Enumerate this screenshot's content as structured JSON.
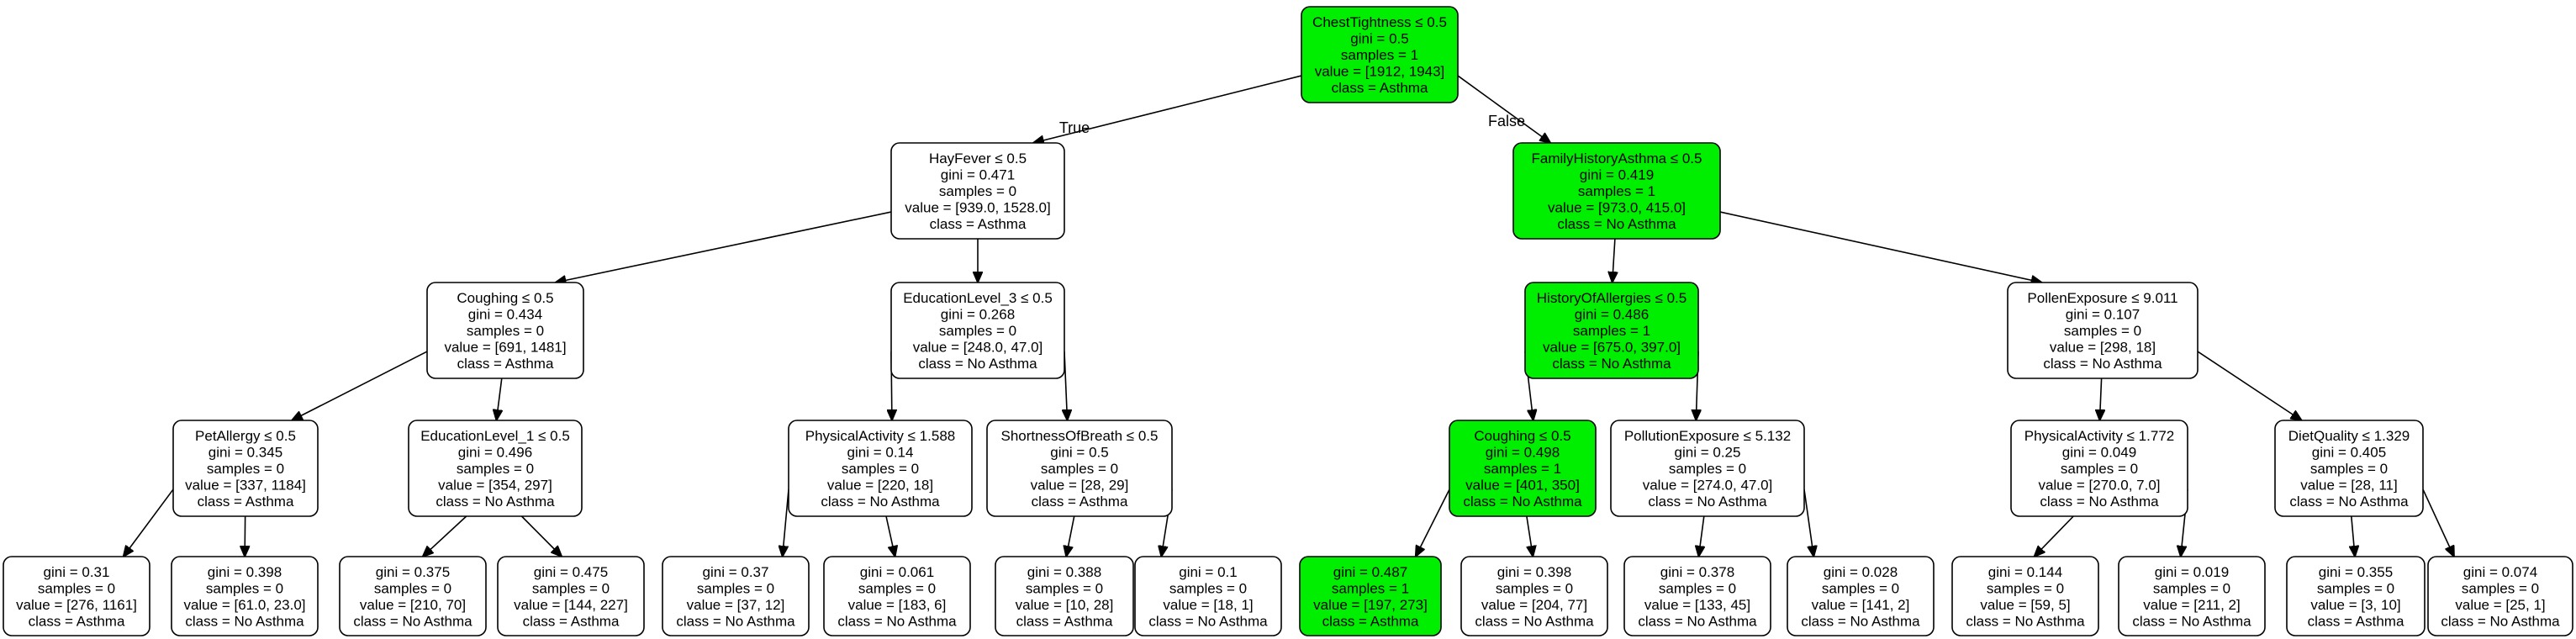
{
  "colors": {
    "highlight": "#00ee00",
    "normal": "#ffffff",
    "stroke": "#000000"
  },
  "edge_labels": {
    "true_label": "True",
    "false_label": "False"
  },
  "nodes": [
    {
      "id": "n0",
      "lines": [
        "ChestTightness ≤ 0.5",
        "gini = 0.5",
        "samples = 1",
        "value = [1912, 1943]",
        "class = Asthma"
      ],
      "highlight": true
    },
    {
      "id": "n1",
      "lines": [
        "HayFever ≤ 0.5",
        "gini = 0.471",
        "samples = 0",
        "value = [939.0, 1528.0]",
        "class = Asthma"
      ],
      "highlight": false
    },
    {
      "id": "n2",
      "lines": [
        "FamilyHistoryAsthma ≤ 0.5",
        "gini = 0.419",
        "samples = 1",
        "value = [973.0, 415.0]",
        "class = No Asthma"
      ],
      "highlight": true
    },
    {
      "id": "n3",
      "lines": [
        "Coughing ≤ 0.5",
        "gini = 0.434",
        "samples = 0",
        "value = [691, 1481]",
        "class = Asthma"
      ],
      "highlight": false
    },
    {
      "id": "n4",
      "lines": [
        "EducationLevel_3 ≤ 0.5",
        "gini = 0.268",
        "samples = 0",
        "value = [248.0, 47.0]",
        "class = No Asthma"
      ],
      "highlight": false
    },
    {
      "id": "n5",
      "lines": [
        "HistoryOfAllergies ≤ 0.5",
        "gini = 0.486",
        "samples = 1",
        "value = [675.0, 397.0]",
        "class = No Asthma"
      ],
      "highlight": true
    },
    {
      "id": "n6",
      "lines": [
        "PollenExposure ≤ 9.011",
        "gini = 0.107",
        "samples = 0",
        "value = [298, 18]",
        "class = No Asthma"
      ],
      "highlight": false
    },
    {
      "id": "n7",
      "lines": [
        "PetAllergy ≤ 0.5",
        "gini = 0.345",
        "samples = 0",
        "value = [337, 1184]",
        "class = Asthma"
      ],
      "highlight": false
    },
    {
      "id": "n8",
      "lines": [
        "EducationLevel_1 ≤ 0.5",
        "gini = 0.496",
        "samples = 0",
        "value = [354, 297]",
        "class = No Asthma"
      ],
      "highlight": false
    },
    {
      "id": "n9",
      "lines": [
        "PhysicalActivity ≤ 1.588",
        "gini = 0.14",
        "samples = 0",
        "value = [220, 18]",
        "class = No Asthma"
      ],
      "highlight": false
    },
    {
      "id": "n10",
      "lines": [
        "ShortnessOfBreath ≤ 0.5",
        "gini = 0.5",
        "samples = 0",
        "value = [28, 29]",
        "class = Asthma"
      ],
      "highlight": false
    },
    {
      "id": "n11",
      "lines": [
        "Coughing ≤ 0.5",
        "gini = 0.498",
        "samples = 1",
        "value = [401, 350]",
        "class = No Asthma"
      ],
      "highlight": true
    },
    {
      "id": "n12",
      "lines": [
        "PollutionExposure ≤ 5.132",
        "gini = 0.25",
        "samples = 0",
        "value = [274.0, 47.0]",
        "class = No Asthma"
      ],
      "highlight": false
    },
    {
      "id": "n13",
      "lines": [
        "PhysicalActivity ≤ 1.772",
        "gini = 0.049",
        "samples = 0",
        "value = [270.0, 7.0]",
        "class = No Asthma"
      ],
      "highlight": false
    },
    {
      "id": "n14",
      "lines": [
        "DietQuality ≤ 1.329",
        "gini = 0.405",
        "samples = 0",
        "value = [28, 11]",
        "class = No Asthma"
      ],
      "highlight": false
    },
    {
      "id": "l0",
      "lines": [
        "gini = 0.31",
        "samples = 0",
        "value = [276, 1161]",
        "class = Asthma"
      ],
      "highlight": false
    },
    {
      "id": "l1",
      "lines": [
        "gini = 0.398",
        "samples = 0",
        "value = [61.0, 23.0]",
        "class = No Asthma"
      ],
      "highlight": false
    },
    {
      "id": "l2",
      "lines": [
        "gini = 0.375",
        "samples = 0",
        "value = [210, 70]",
        "class = No Asthma"
      ],
      "highlight": false
    },
    {
      "id": "l3",
      "lines": [
        "gini = 0.475",
        "samples = 0",
        "value = [144, 227]",
        "class = Asthma"
      ],
      "highlight": false
    },
    {
      "id": "l4",
      "lines": [
        "gini = 0.37",
        "samples = 0",
        "value = [37, 12]",
        "class = No Asthma"
      ],
      "highlight": false
    },
    {
      "id": "l5",
      "lines": [
        "gini = 0.061",
        "samples = 0",
        "value = [183, 6]",
        "class = No Asthma"
      ],
      "highlight": false
    },
    {
      "id": "l6",
      "lines": [
        "gini = 0.388",
        "samples = 0",
        "value = [10, 28]",
        "class = Asthma"
      ],
      "highlight": false
    },
    {
      "id": "l7",
      "lines": [
        "gini = 0.1",
        "samples = 0",
        "value = [18, 1]",
        "class = No Asthma"
      ],
      "highlight": false
    },
    {
      "id": "l8",
      "lines": [
        "gini = 0.487",
        "samples = 1",
        "value = [197, 273]",
        "class = Asthma"
      ],
      "highlight": true
    },
    {
      "id": "l9",
      "lines": [
        "gini = 0.398",
        "samples = 0",
        "value = [204, 77]",
        "class = No Asthma"
      ],
      "highlight": false
    },
    {
      "id": "l10",
      "lines": [
        "gini = 0.378",
        "samples = 0",
        "value = [133, 45]",
        "class = No Asthma"
      ],
      "highlight": false
    },
    {
      "id": "l11",
      "lines": [
        "gini = 0.028",
        "samples = 0",
        "value = [141, 2]",
        "class = No Asthma"
      ],
      "highlight": false
    },
    {
      "id": "l12",
      "lines": [
        "gini = 0.144",
        "samples = 0",
        "value = [59, 5]",
        "class = No Asthma"
      ],
      "highlight": false
    },
    {
      "id": "l13",
      "lines": [
        "gini = 0.019",
        "samples = 0",
        "value = [211, 2]",
        "class = No Asthma"
      ],
      "highlight": false
    },
    {
      "id": "l14",
      "lines": [
        "gini = 0.355",
        "samples = 0",
        "value = [3, 10]",
        "class = Asthma"
      ],
      "highlight": false
    },
    {
      "id": "l15",
      "lines": [
        "gini = 0.074",
        "samples = 0",
        "value = [25, 1]",
        "class = No Asthma"
      ],
      "highlight": false
    }
  ],
  "edges": [
    {
      "from": "n0",
      "to": "n1",
      "label": "true_label"
    },
    {
      "from": "n0",
      "to": "n2",
      "label": "false_label"
    },
    {
      "from": "n1",
      "to": "n3"
    },
    {
      "from": "n1",
      "to": "n4"
    },
    {
      "from": "n2",
      "to": "n5"
    },
    {
      "from": "n2",
      "to": "n6"
    },
    {
      "from": "n3",
      "to": "n7"
    },
    {
      "from": "n3",
      "to": "n8"
    },
    {
      "from": "n4",
      "to": "n9"
    },
    {
      "from": "n4",
      "to": "n10"
    },
    {
      "from": "n5",
      "to": "n11"
    },
    {
      "from": "n5",
      "to": "n12"
    },
    {
      "from": "n6",
      "to": "n13"
    },
    {
      "from": "n6",
      "to": "n14"
    },
    {
      "from": "n7",
      "to": "l0"
    },
    {
      "from": "n7",
      "to": "l1"
    },
    {
      "from": "n8",
      "to": "l2"
    },
    {
      "from": "n8",
      "to": "l3"
    },
    {
      "from": "n9",
      "to": "l4"
    },
    {
      "from": "n9",
      "to": "l5"
    },
    {
      "from": "n10",
      "to": "l6"
    },
    {
      "from": "n10",
      "to": "l7"
    },
    {
      "from": "n11",
      "to": "l8"
    },
    {
      "from": "n11",
      "to": "l9"
    },
    {
      "from": "n12",
      "to": "l10"
    },
    {
      "from": "n12",
      "to": "l11"
    },
    {
      "from": "n13",
      "to": "l12"
    },
    {
      "from": "n13",
      "to": "l13"
    },
    {
      "from": "n14",
      "to": "l14"
    },
    {
      "from": "n14",
      "to": "l15"
    }
  ]
}
